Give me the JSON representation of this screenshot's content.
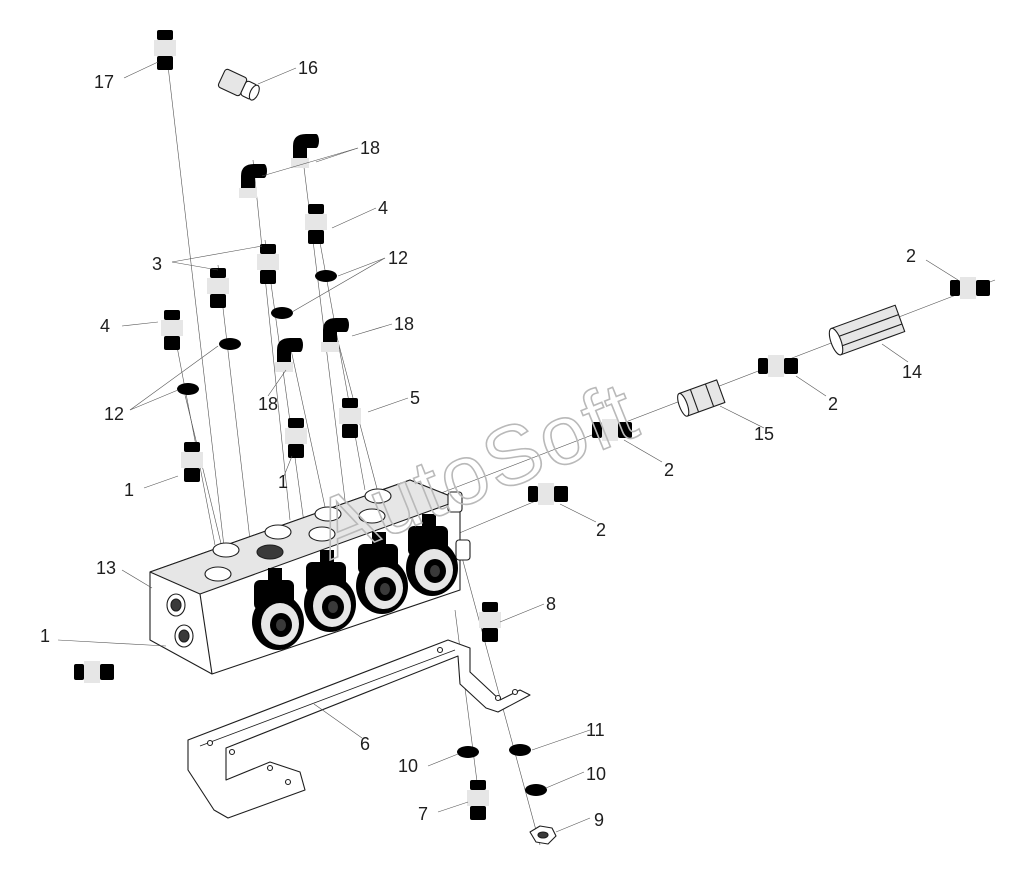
{
  "watermark": "AutoSoft",
  "callouts": [
    {
      "id": "c17",
      "text": "17"
    },
    {
      "id": "c16",
      "text": "16"
    },
    {
      "id": "c18a",
      "text": "18"
    },
    {
      "id": "c4a",
      "text": "4"
    },
    {
      "id": "c3",
      "text": "3"
    },
    {
      "id": "c12a",
      "text": "12"
    },
    {
      "id": "c4b",
      "text": "4"
    },
    {
      "id": "c18b",
      "text": "18"
    },
    {
      "id": "c18c",
      "text": "18"
    },
    {
      "id": "c12b",
      "text": "12"
    },
    {
      "id": "c5",
      "text": "5"
    },
    {
      "id": "c1a",
      "text": "1"
    },
    {
      "id": "c1b",
      "text": "1"
    },
    {
      "id": "c2a",
      "text": "2"
    },
    {
      "id": "c14",
      "text": "14"
    },
    {
      "id": "c2b",
      "text": "2"
    },
    {
      "id": "c15",
      "text": "15"
    },
    {
      "id": "c2c",
      "text": "2"
    },
    {
      "id": "c2d",
      "text": "2"
    },
    {
      "id": "c13",
      "text": "13"
    },
    {
      "id": "c1c",
      "text": "1"
    },
    {
      "id": "c8",
      "text": "8"
    },
    {
      "id": "c6",
      "text": "6"
    },
    {
      "id": "c11",
      "text": "11"
    },
    {
      "id": "c10a",
      "text": "10"
    },
    {
      "id": "c10b",
      "text": "10"
    },
    {
      "id": "c7",
      "text": "7"
    },
    {
      "id": "c9",
      "text": "9"
    }
  ],
  "icons": {
    "manifold": "valve-manifold-block",
    "solenoid": "solenoid-coil",
    "bracket": "mounting-bracket",
    "fitting": "straight-fitting",
    "elbow": "elbow-fitting",
    "washer": "sealing-washer",
    "bolt": "hex-bolt",
    "nut": "hex-nut",
    "coupler": "hex-coupler"
  }
}
